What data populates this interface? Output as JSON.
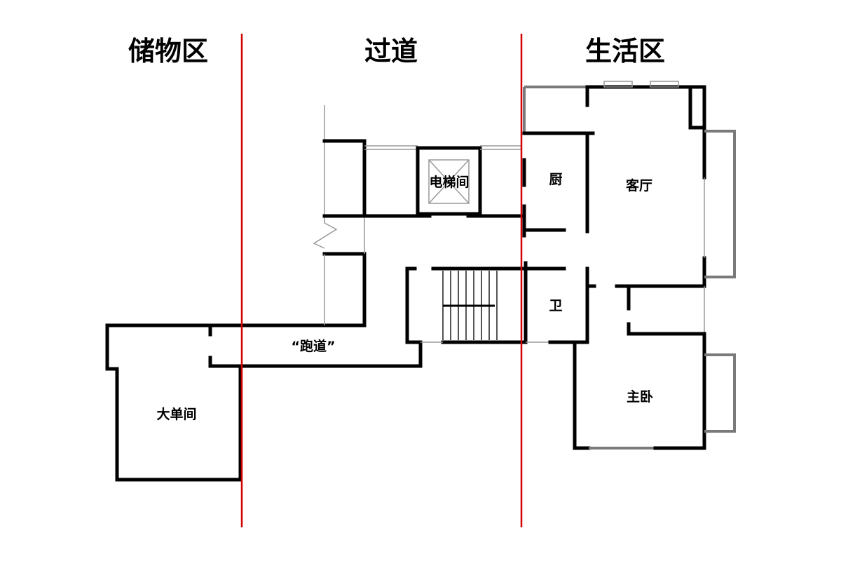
{
  "zones": {
    "storage": "储物区",
    "corridor": "过道",
    "living": "生活区"
  },
  "rooms": {
    "elevator": "电梯间",
    "kitchen": "厨",
    "living_room": "客厅",
    "bathroom": "卫",
    "runway": "“跑道”",
    "master_bedroom": "主卧",
    "big_room": "大单间"
  },
  "colors": {
    "divider": "#d40000",
    "wall": "#000000",
    "window": "#7a7a7a"
  }
}
